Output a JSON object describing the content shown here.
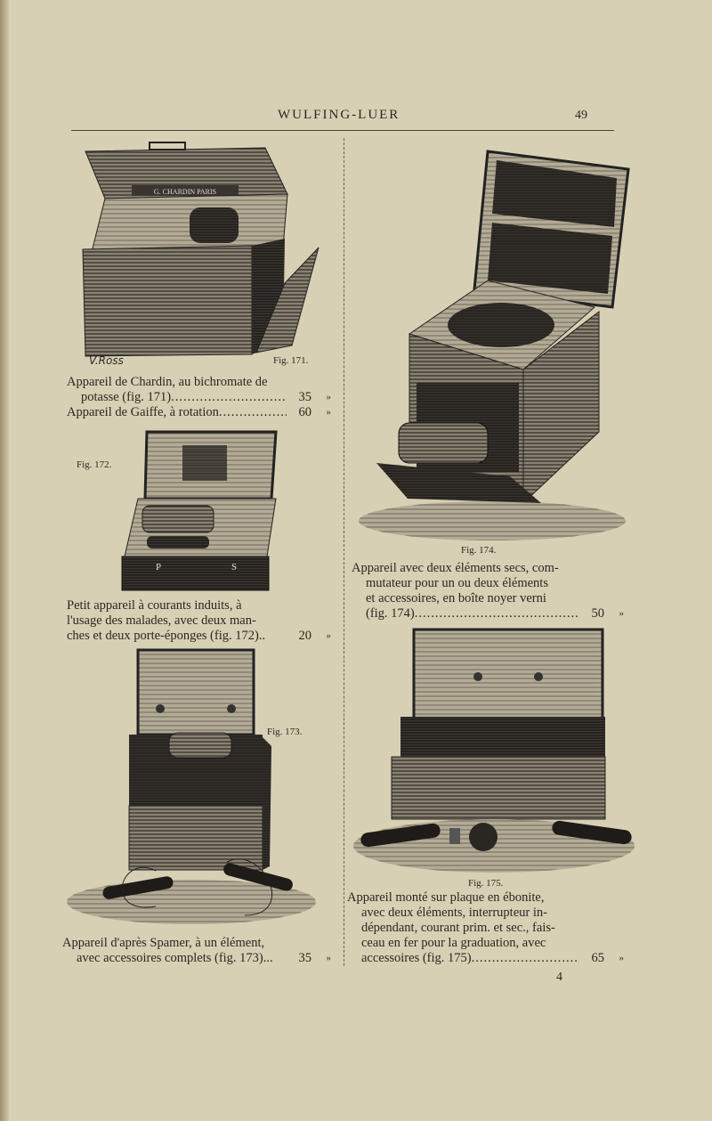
{
  "header": {
    "title": "WULFING-LUER",
    "page_number": "49"
  },
  "footer": {
    "signature_mark": "4"
  },
  "figures": [
    {
      "caption": "Fig. 171.",
      "signature": "V.Ross",
      "plate_text": "G. CHARDIN PARIS"
    },
    {
      "caption": "Fig. 172."
    },
    {
      "caption": "Fig. 173."
    },
    {
      "caption": "Fig. 174."
    },
    {
      "caption": "Fig. 175."
    }
  ],
  "items": [
    {
      "lines": [
        "Appareil de Chardin, au bichromate de",
        "potasse (fig. 171)"
      ],
      "price": "35",
      "unit": "»"
    },
    {
      "lines": [
        "Appareil de Gaiffe, à rotation"
      ],
      "price": "60",
      "unit": "»"
    },
    {
      "lines": [
        "Petit appareil à courants induits, à",
        "l'usage des malades, avec deux man-",
        "ches et deux porte-éponges (fig. 172).."
      ],
      "price": "20",
      "unit": "»"
    },
    {
      "lines": [
        "Appareil d'après Spamer, à un élément,",
        "avec accessoires complets (fig. 173)..."
      ],
      "price": "35",
      "unit": "»"
    },
    {
      "lines": [
        "Appareil avec deux éléments secs, com-",
        "mutateur pour un ou deux éléments",
        "et accessoires, en boîte noyer verni",
        "(fig. 174)"
      ],
      "price": "50",
      "unit": "»"
    },
    {
      "lines": [
        "Appareil monté sur plaque en ébonite,",
        "avec deux éléments, interrupteur in-",
        "dépendant, courant prim. et sec., fais-",
        "ceau en fer pour la graduation, avec",
        "accessoires (fig. 175)"
      ],
      "price": "65",
      "unit": "»"
    }
  ]
}
